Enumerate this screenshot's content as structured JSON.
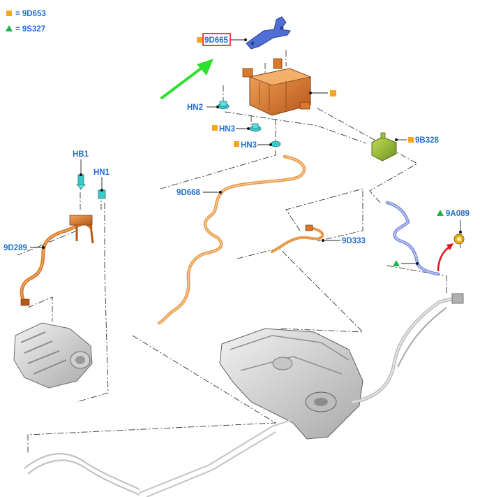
{
  "legend": [
    {
      "symbol": "square",
      "color": "#f5a623",
      "text": "= 9D653"
    },
    {
      "symbol": "triangle",
      "color": "#22b14c",
      "text": "= 9S327"
    }
  ],
  "callouts": {
    "c_9d665": "9D665",
    "c_hn2": "HN2",
    "c_hn3a": "HN3",
    "c_hn3b": "HN3",
    "c_9b328": "9B328",
    "c_hb1": "HB1",
    "c_hn1": "HN1",
    "c_9d668": "9D668",
    "c_9d289": "9D289",
    "c_9d333": "9D333",
    "c_9a089": "9A089"
  },
  "colors": {
    "label_blue": "#1f6fd1",
    "marker_orange": "#f5a623",
    "marker_green": "#22b14c",
    "highlight_red": "#e0151b",
    "arrow_green": "#2ee02e",
    "part_orange": "#d9782a",
    "part_blue": "#4f6ed6",
    "part_teal": "#3cc9c9",
    "part_olive": "#8fb634",
    "part_gray": "#cfcfcf"
  },
  "icons": {
    "square_marker": "orange-square-icon",
    "triangle_marker": "green-triangle-icon",
    "direction_arrow": "green-arrow-icon",
    "motion_arrow": "red-curved-arrow-icon"
  }
}
